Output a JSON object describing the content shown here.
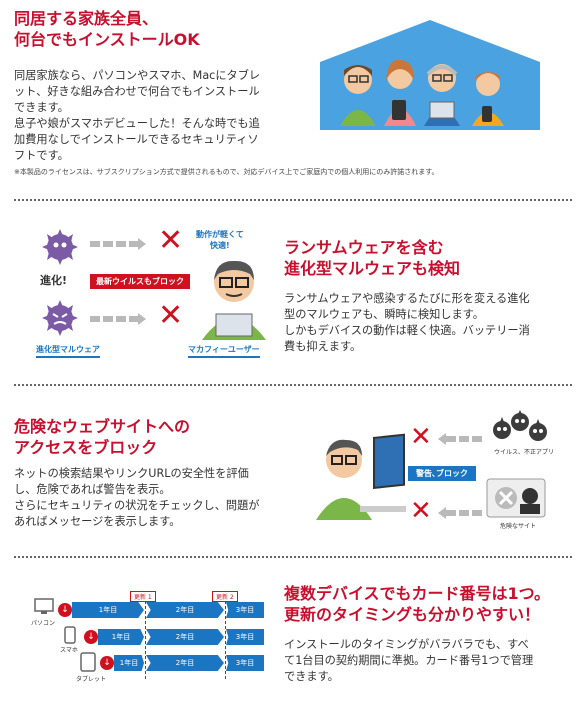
{
  "colors": {
    "accent": "#c8102e",
    "blue": "#1a76c2",
    "house": "#4aa3e0"
  },
  "section1": {
    "heading_line1": "同居する家族全員、",
    "heading_line2": "何台でもインストールOK",
    "body_lines": [
      "同居家族なら、パソコンやスマホ、Macにタブレ",
      "ット、好きな組み合わせで何台でもインストール",
      "できます。",
      "息子や娘がスマホデビューした！そんな時でも追",
      "加費用なしでインストールできるセキュリティソ",
      "フトです。"
    ],
    "note": "※本製品のライセンスは、サブスクリプション方式で提供されるもので、対応デバイス上でご家庭内での個人利用にのみ許諾されます。"
  },
  "section2": {
    "heading_line1": "ランサムウェアを含む",
    "heading_line2": "進化型マルウェアも検知",
    "body_lines": [
      "ランサムウェアや感染するたびに形を変える進化",
      "型のマルウェアも、瞬時に検知します。",
      "しかもデバイスの動作は軽く快適。バッテリー消",
      "費も抑えます。"
    ],
    "label_evolve": "進化!",
    "label_block": "最新ウイルスもブロック",
    "label_bubble_1": "動作が軽くて",
    "label_bubble_2": "快適!",
    "caption_left": "進化型マルウェア",
    "caption_right": "マカフィーユーザー"
  },
  "section3": {
    "heading_line1": "危険なウェブサイトへの",
    "heading_line2": "アクセスをブロック",
    "body_lines": [
      "ネットの検索結果やリンクURLの安全性を評価",
      "し、危険であれば警告を表示。",
      "さらにセキュリティの状況をチェックし、問題が",
      "あればメッセージを表示します。"
    ],
    "label_warn": "警告､ブロック",
    "caption_virus": "ウイルス、不正アプリ",
    "caption_site": "危険なサイト"
  },
  "section4": {
    "heading_line1": "複数デバイスでもカード番号は1つ。",
    "heading_line2": "更新のタイミングも分かりやすい！",
    "body_lines": [
      "インストールのタイミングがバラバラでも、すべ",
      "て1台目の契約期間に準拠。カード番号1つで管理",
      "できます。"
    ],
    "update1": "更新 1",
    "update2": "更新 2",
    "devices": [
      {
        "name": "パソコン",
        "bars": [
          "1年目",
          "2年目",
          "3年目"
        ]
      },
      {
        "name": "スマホ",
        "bars": [
          "1年目",
          "2年目",
          "3年目"
        ]
      },
      {
        "name": "タブレット",
        "bars": [
          "1年目",
          "2年目",
          "3年目"
        ]
      }
    ]
  }
}
